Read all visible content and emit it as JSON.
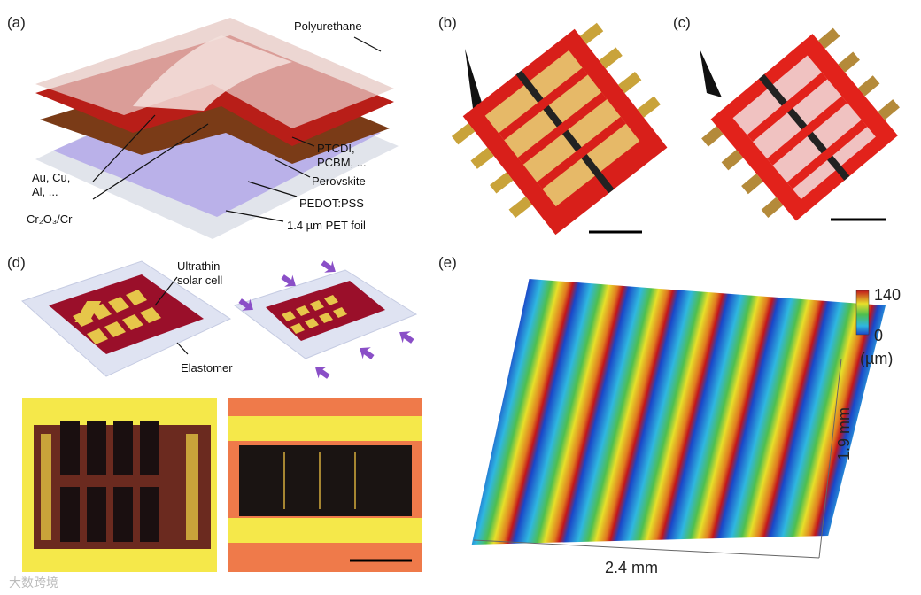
{
  "panels": {
    "a": {
      "label": "(a)",
      "layers": {
        "top": "Polyurethane",
        "ptcdi": "PTCDI,",
        "pcbm": "PCBM, ...",
        "perovskite": "Perovskite",
        "pedot": "PEDOT:PSS",
        "pet": "1.4 µm PET foil",
        "metals1": "Au, Cu,",
        "metals2": "Al, ...",
        "cr": "Cr₂O₃/Cr"
      }
    },
    "b": {
      "label": "(b)"
    },
    "c": {
      "label": "(c)"
    },
    "d": {
      "label": "(d)",
      "cell_label_1": "Ultrathin",
      "cell_label_2": "solar cell",
      "substrate_label": "Elastomer"
    },
    "e": {
      "label": "(e)",
      "x_extent": "2.4 mm",
      "y_extent": "1.9 mm",
      "colorbar": {
        "max": "140",
        "min": "0",
        "unit": "(µm)"
      }
    }
  },
  "watermark": "大数跨境",
  "colors": {
    "red": "#c4161c",
    "gold": "#e8c84a",
    "purple": "#8a4fc7",
    "dark_red": "#8e0b1f"
  }
}
